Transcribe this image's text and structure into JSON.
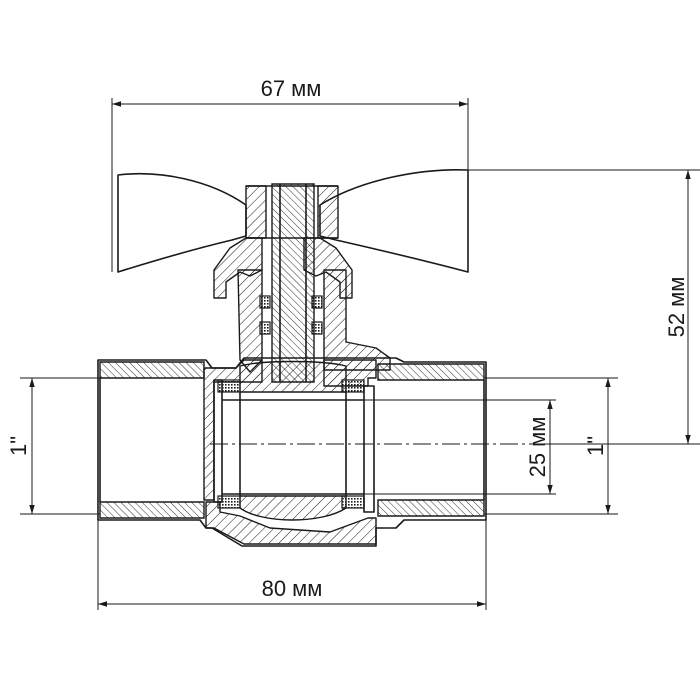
{
  "dimensions": {
    "handle_width": "67 мм",
    "height": "52 мм",
    "length": "80 мм",
    "bore": "25 мм",
    "thread_left": "1\"",
    "thread_right": "1\""
  },
  "colors": {
    "line": "#1a1a1a",
    "background": "#ffffff"
  }
}
